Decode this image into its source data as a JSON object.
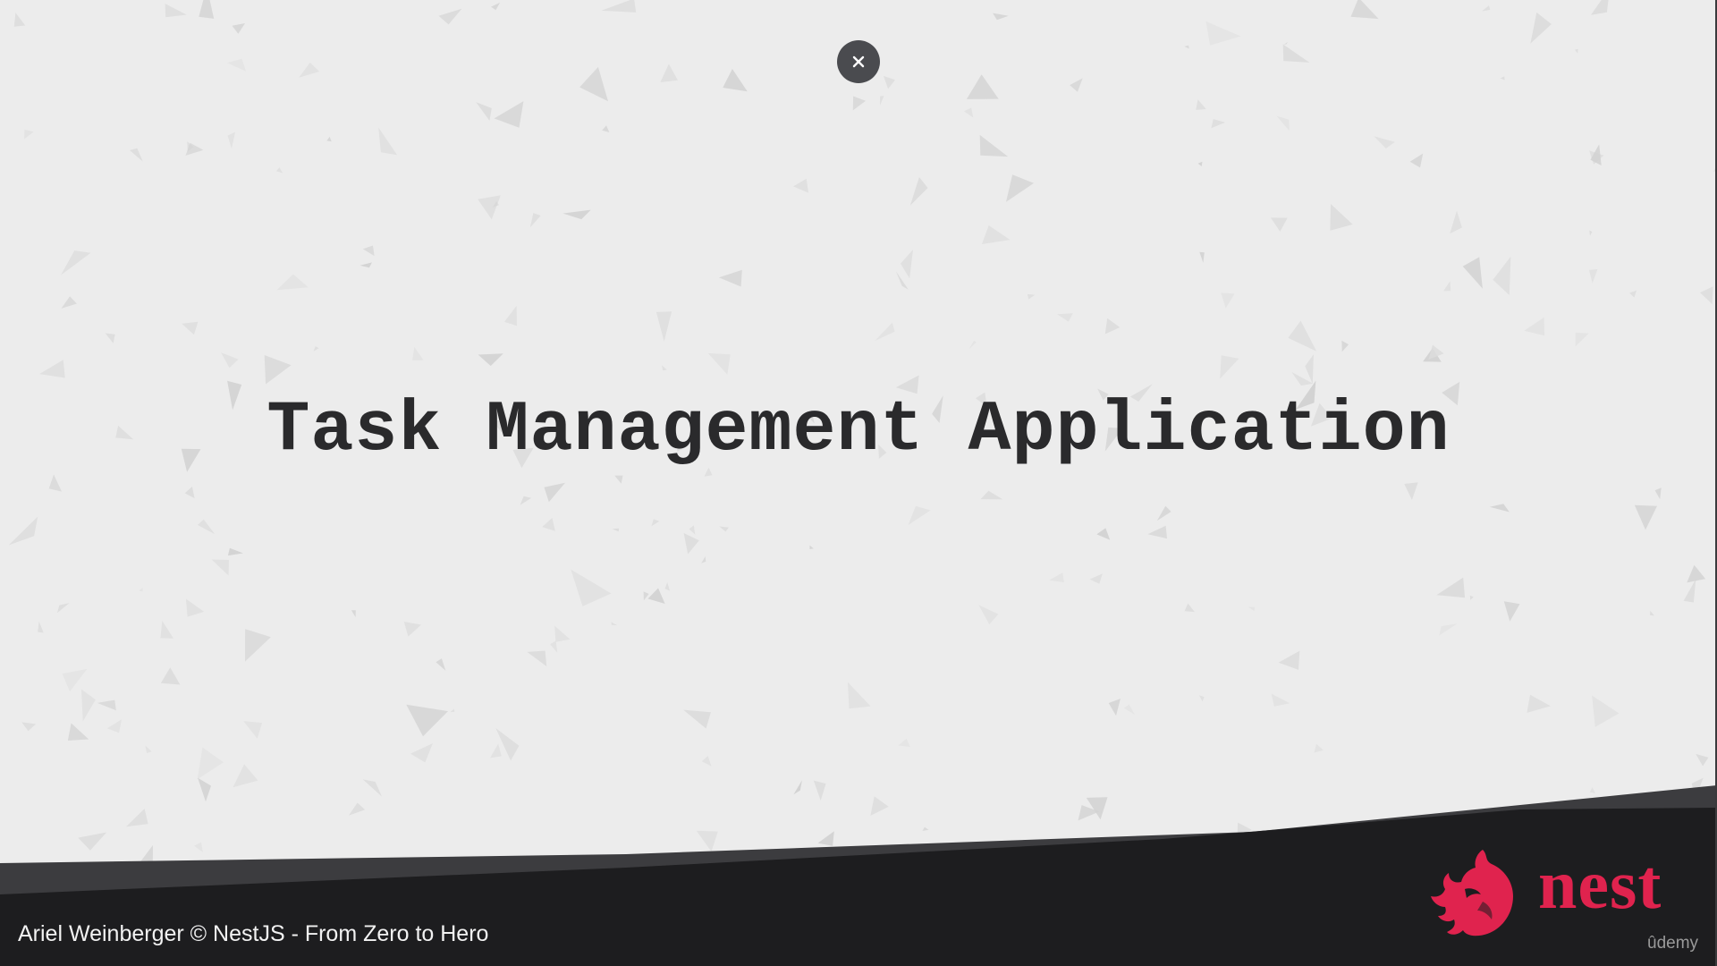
{
  "slide": {
    "title": "Task Management Application"
  },
  "controls": {
    "close_label": "×"
  },
  "footer": {
    "credit": "Ariel Weinberger © NestJS - From Zero to Hero",
    "brand_wordmark": "nest",
    "platform_mark": "ûdemy"
  },
  "colors": {
    "background": "#ececec",
    "footer_dark": "#1d1d1f",
    "footer_band": "#3c3c3f",
    "brand_red": "#e0234e",
    "title_text": "#2a2a2c"
  }
}
